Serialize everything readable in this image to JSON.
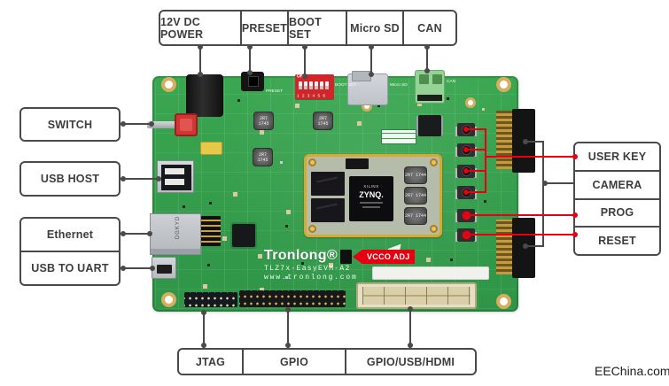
{
  "callouts": {
    "top": [
      "12V DC POWER",
      "PRESET",
      "BOOT SET",
      "Micro SD",
      "CAN"
    ],
    "left": [
      "SWITCH",
      "USB HOST",
      "Ethernet",
      "USB TO UART"
    ],
    "right": [
      "USER KEY",
      "CAMERA",
      "PROG",
      "RESET"
    ],
    "bottom": [
      "JTAG",
      "GPIO",
      "GPIO/USB/HDMI"
    ]
  },
  "board": {
    "brand": "Tronlong®",
    "model": "TLZ7x-EasyEVM-A2",
    "website": "www.tronlong.com",
    "vcco_label": "VCCO ADJ",
    "soc": {
      "brand": "XILINX",
      "name": "ZYNQ."
    },
    "dip": {
      "on": "ON",
      "numbers": [
        "1",
        "2",
        "3",
        "4",
        "5",
        "6"
      ]
    },
    "ethernet_jack_label": "DGKYD",
    "inductor_label": "2R7 1745",
    "som_inductor_label": "2R7 1744",
    "silk": {
      "preset": "PRESET",
      "boot_set": "BOOT SET",
      "micro_sd": "Micro SD",
      "can": "CAN"
    }
  },
  "watermark": "EEChina.com",
  "colors": {
    "pcb": "#36a04c",
    "accent_red": "#e60012",
    "line_gray": "#4a4a4a",
    "som_gold": "#d8a92b",
    "dip_red": "#d2252b"
  }
}
